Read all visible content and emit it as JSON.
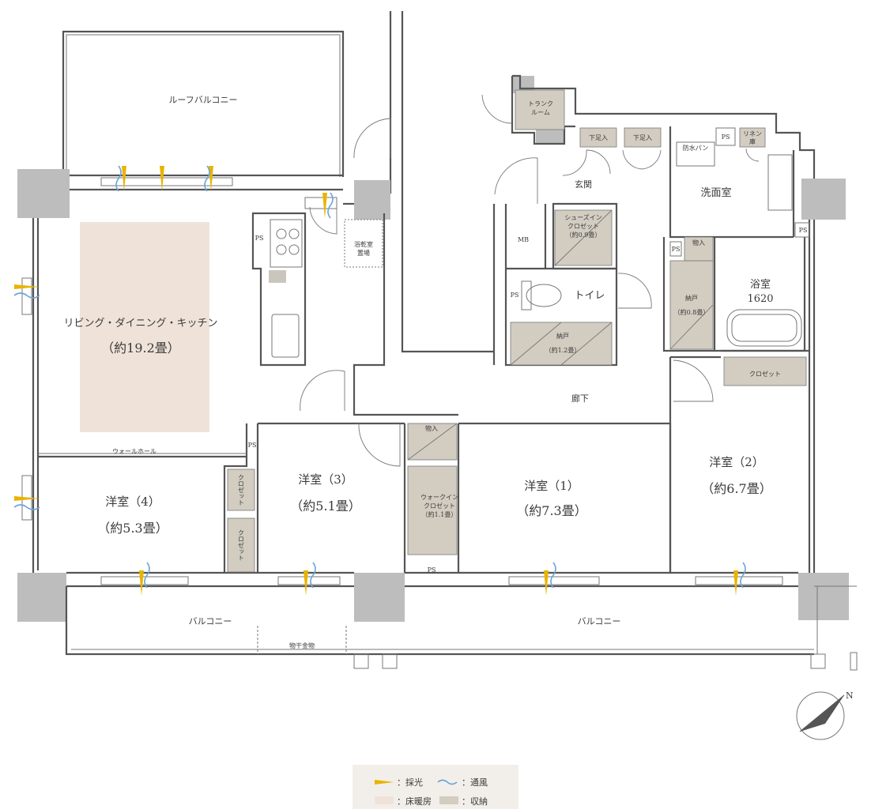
{
  "rooms": {
    "roof_balcony": "ルーフバルコニー",
    "trunk_room": "トランク\nルーム",
    "ldk_name": "リビング・ダイニング・キッチン",
    "ldk_area": "（約19.2畳）",
    "entrance": "玄関",
    "washroom": "洗面室",
    "bath_name": "浴室",
    "bath_size": "1620",
    "toilet": "トイレ",
    "corridor": "廊下",
    "room1_name": "洋室（1）",
    "room1_area": "（約7.3畳）",
    "room2_name": "洋室（2）",
    "room2_area": "（約6.7畳）",
    "room3_name": "洋室（3）",
    "room3_area": "（約5.1畳）",
    "room4_name": "洋室（4）",
    "room4_area": "（約5.3畳）",
    "balcony_left": "バルコニー",
    "balcony_right": "バルコニー",
    "drying_rack": "物干金物",
    "mb": "MB",
    "ps": "PS",
    "waterproof_pan": "防水パン",
    "linen_storage": "リネン\n庫",
    "shoe_rack_1": "下足入",
    "shoe_rack_2": "下足入",
    "shoes_in_closet": "シューズイン\nクロゼット\n（約0.9畳）",
    "nando_1": "納戸\n（約1.2畳）",
    "nando_2": "納戸\n（約0.8畳）",
    "walk_in_closet": "ウォークイン\nクロゼット\n（約1.1畳）",
    "closet": "クロゼット",
    "storage": "物入",
    "storage_2": "物入",
    "dryer_storage": "浴乾室\n置場",
    "wall_hole": "ウォールホール"
  },
  "legend": {
    "daylight": "：採光",
    "ventilation": "：通風",
    "floor_heating": "：床暖房",
    "storage": "：収納"
  },
  "compass": {
    "north": "N"
  },
  "colors": {
    "floor_heating": "#efe3d9",
    "storage": "#d3ccc1",
    "daylight_arrow": "#e8b400",
    "ventilation_wave": "#6aa5d8",
    "concrete": "#bdbdbd"
  }
}
